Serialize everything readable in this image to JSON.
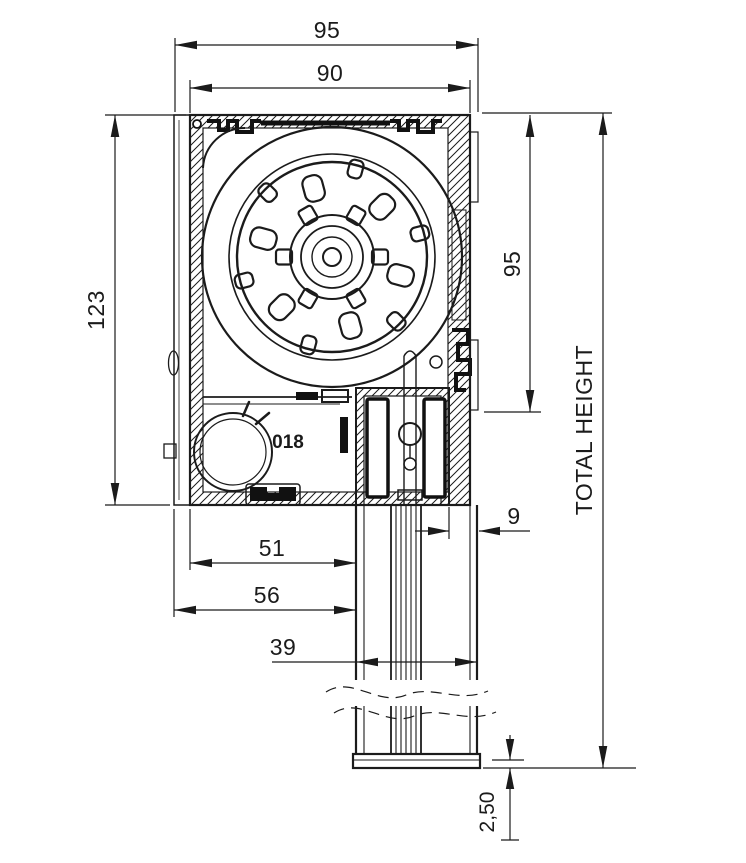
{
  "drawing": {
    "part_label": "018",
    "dimensions": {
      "top_outer_width": "95",
      "top_inner_width": "90",
      "box_height": "123",
      "rear_height": "95",
      "total_height_label": "TOTAL HEIGHT",
      "guide_offset": "9",
      "bottom_width_inner": "51",
      "bottom_width_outer": "56",
      "guide_rail_width": "39",
      "end_plate_thickness": "2,50"
    },
    "colors": {
      "line": "#1b1b1b",
      "background": "#ffffff"
    }
  }
}
